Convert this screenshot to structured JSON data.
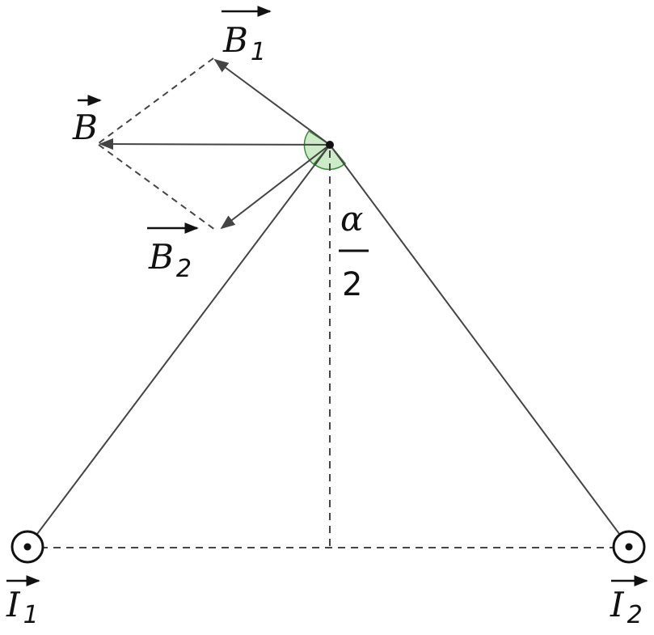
{
  "labels": {
    "b1": {
      "base": "B",
      "sub": "1"
    },
    "b": {
      "base": "B"
    },
    "b2": {
      "base": "B",
      "sub": "2"
    },
    "i1": {
      "base": "I",
      "sub": "1"
    },
    "i2": {
      "base": "I",
      "sub": "2"
    },
    "angle": {
      "numerator": "α",
      "denominator": "2"
    }
  },
  "colors": {
    "line": "#444444",
    "angle_fill": "#cdebc9",
    "angle_stroke": "#3a8a3a",
    "text": "#111111"
  }
}
